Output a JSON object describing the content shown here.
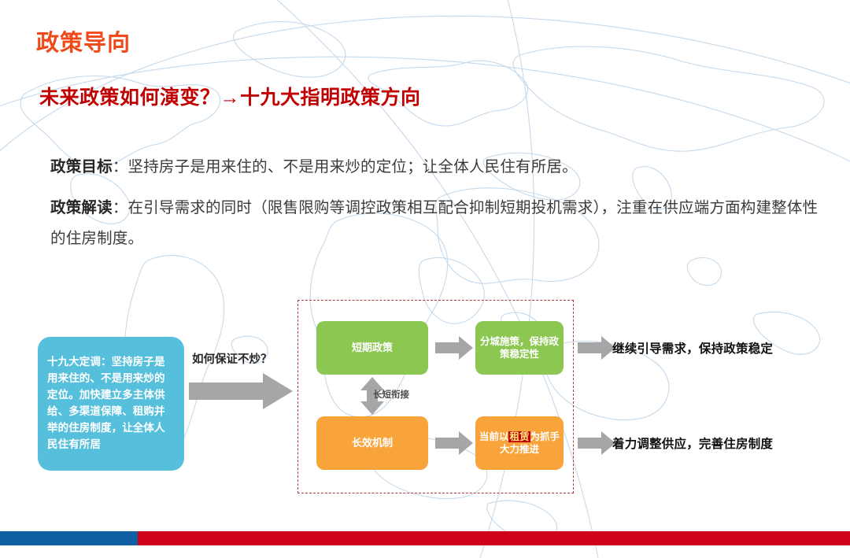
{
  "slide": {
    "kicker": "政策导向",
    "subtitle": "未来政策如何演变？→十九大指明政策方向"
  },
  "body": {
    "goal_lead": "政策目标",
    "goal_text": "：坚持房子是用来住的、不是用来炒的定位；让全体人民住有所居。",
    "interpretation_lead": "政策解读",
    "interpretation_text": "：在引导需求的同时（限售限购等调控政策相互配合抑制短期投机需求），注重在供应端方面构建整体性的住房制度。"
  },
  "diagram": {
    "source_box": "十九大定调：坚持房子是用来住的、不是用来炒的定位。加快建立多主体供给、多渠道保障、租购并举的住房制度，让全体人民住有所居",
    "howto_label": "如何保证不炒？",
    "link_label": "长短衔接",
    "short_policy": "短期政策",
    "long_mechanism": "长效机制",
    "city_policy": "分城施策，保持政策稳定性",
    "rent_prefix": "当前以",
    "rent_highlight": "租赁",
    "rent_suffix": "为抓手大力推进",
    "outcome_1": "继续引导需求，保持政策稳定",
    "outcome_2": "着力调整供应，完善住房制度"
  },
  "colors": {
    "kicker": "#F04A1A",
    "subtitle": "#C00000",
    "blue_box": "#56C0DC",
    "green_box": "#8CC751",
    "orange_box": "#F9A43A",
    "arrow_gray": "#A6A6A6",
    "dashed_border": "#B03A3A",
    "highlight_red": "#C00000",
    "footer_blue": "#0E5FA4",
    "footer_red": "#D0011B"
  }
}
